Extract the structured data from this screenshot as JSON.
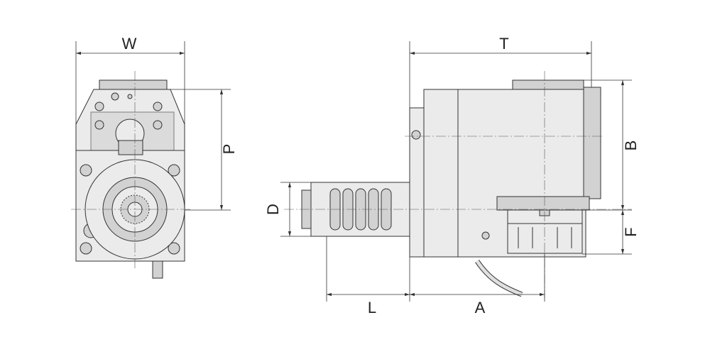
{
  "drawing": {
    "dimensions": {
      "W": "W",
      "P": "P",
      "T": "T",
      "B": "B",
      "D": "D",
      "F": "F",
      "L": "L",
      "A": "A"
    },
    "colors": {
      "body": "#ebebeb",
      "line": "#333333"
    }
  }
}
